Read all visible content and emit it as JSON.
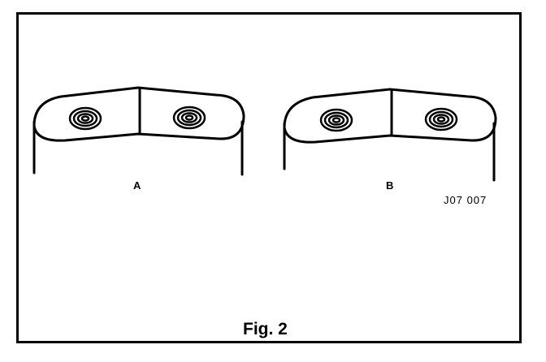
{
  "figure": {
    "variants": [
      {
        "label": "A"
      },
      {
        "label": "B"
      }
    ],
    "reference_code": "J07 007",
    "caption": "Fig. 2"
  }
}
